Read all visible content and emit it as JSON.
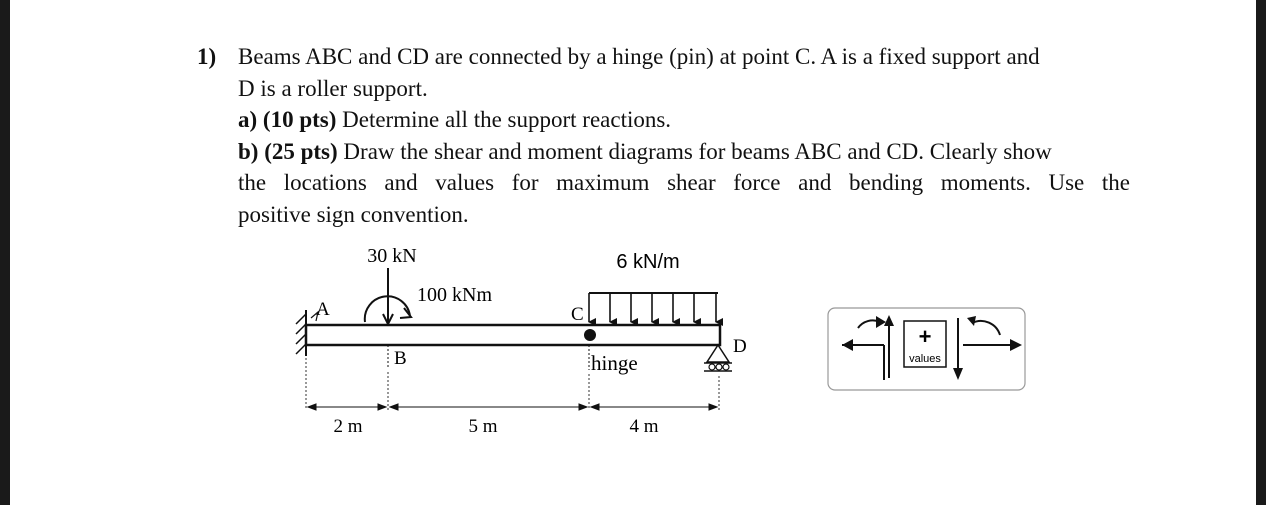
{
  "question": {
    "number": "1)",
    "line1": "Beams ABC and CD are connected by a hinge (pin) at point C. A is a fixed support and",
    "line2": "D is a roller support.",
    "part_a_label": "a) (10 pts)",
    "part_a_text": "Determine all the support reactions.",
    "part_b_label": "b) (25 pts)",
    "part_b_text1": "Draw the shear and moment diagrams for beams ABC and CD. Clearly show",
    "part_b_text2": "the locations and values for maximum shear force and bending moments. Use the",
    "part_b_text3": "positive sign convention."
  },
  "figure": {
    "point_load": "30 kN",
    "dist_load": "6 kN/m",
    "moment": "100 kNm",
    "label_A": "A",
    "label_B": "B",
    "label_C": "C",
    "label_D": "D",
    "hinge": "hinge",
    "dim_AB": "2 m",
    "dim_BC": "5 m",
    "dim_CD": "4 m"
  },
  "sign_convention": {
    "plus": "+",
    "values": "values"
  }
}
